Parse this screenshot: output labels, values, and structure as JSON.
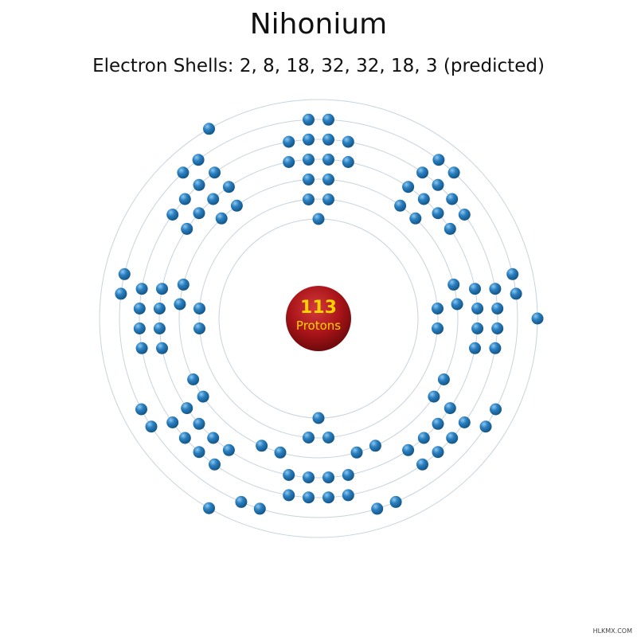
{
  "title": "Nihonium",
  "subtitle": "Electron Shells: 2, 8, 18, 32, 32, 18, 3 (predicted)",
  "nucleus": {
    "protons": "113",
    "label": "Protons"
  },
  "shells": [
    2,
    8,
    18,
    32,
    32,
    18,
    3
  ],
  "colors": {
    "electron": "#2a7fc0",
    "electron_highlight": "#8cc8f0",
    "nucleus": "#a81418",
    "nucleus_text": "#ffd200",
    "shell_line": "#c7d3dd"
  },
  "watermark": "HLKMX.COM"
}
